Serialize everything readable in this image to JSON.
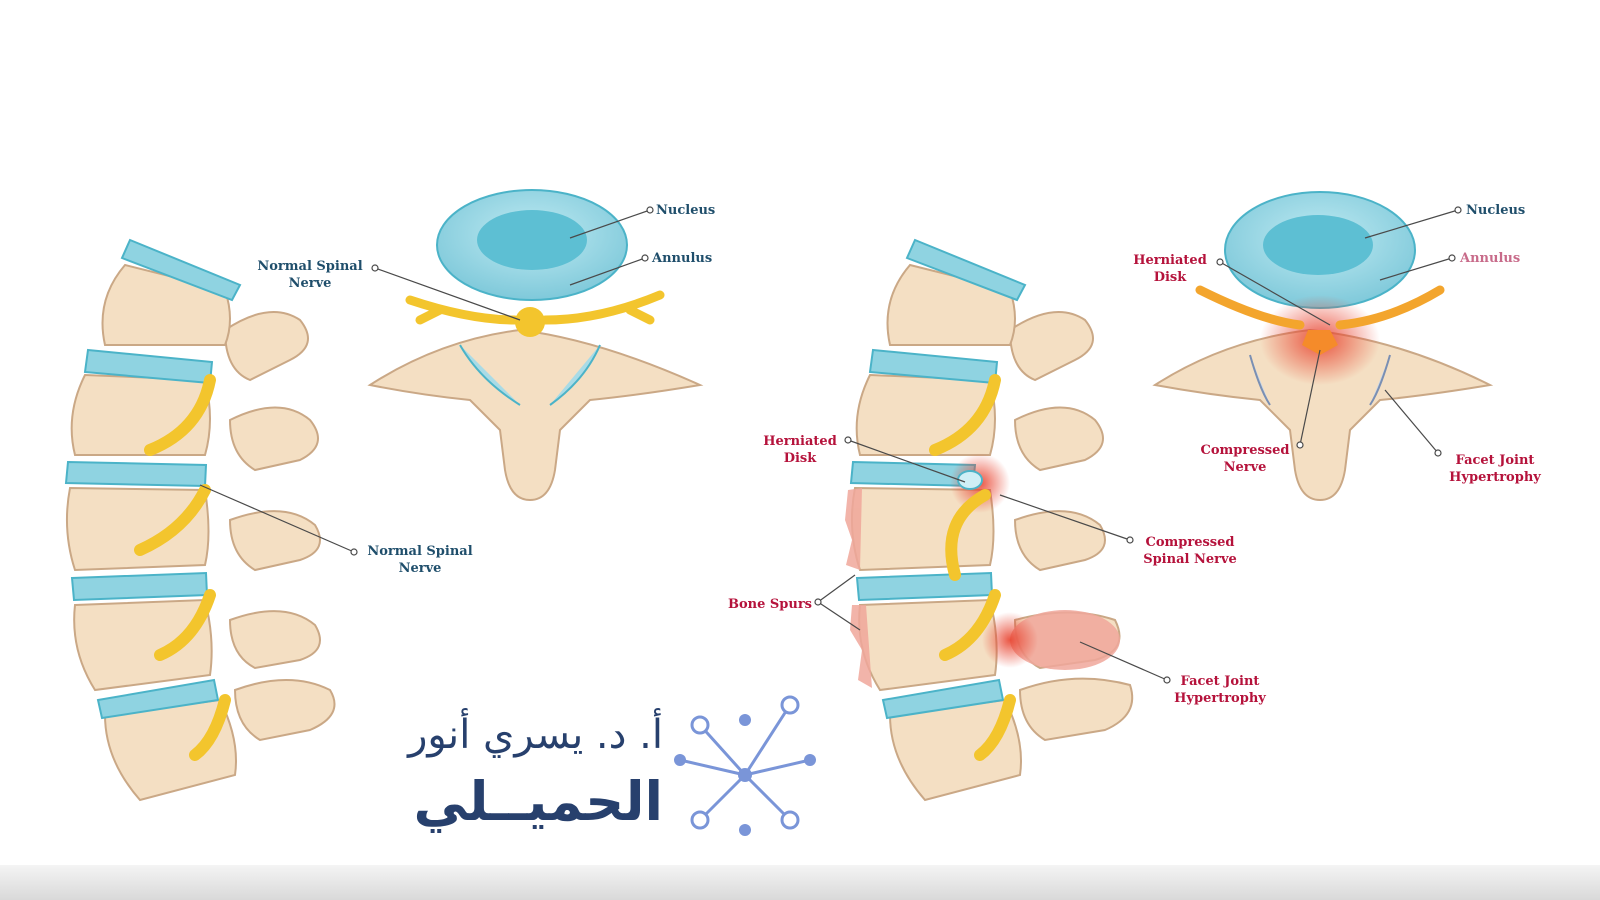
{
  "colors": {
    "bone": "#f4dfc3",
    "bone_outline": "#caa886",
    "disc": "#8fd3e1",
    "disc_dark": "#4bb3c8",
    "nerve": "#f3c52d",
    "inflamed": "#e8432f",
    "normal_text": "#1f4e6b",
    "pathology_text": "#b5123b",
    "brand": "#27406d",
    "brand_icon": "#7a95d8"
  },
  "normal": {
    "nucleus_label": "Nucleus",
    "annulus_label": "Annulus",
    "top_nerve_label": "Normal Spinal\nNerve",
    "side_nerve_label": "Normal Spinal\nNerve"
  },
  "herniated": {
    "nucleus_label": "Nucleus",
    "annulus_label": "Annulus",
    "top_disk_label": "Herniated\nDisk",
    "compressed_nerve_label": "Compressed\nNerve",
    "facet_top_label": "Facet Joint\nHypertrophy",
    "side_disk_label": "Herniated\nDisk",
    "compressed_spinal_label": "Compressed\nSpinal Nerve",
    "bone_spurs_label": "Bone Spurs",
    "facet_side_label": "Facet Joint\nHypertrophy"
  },
  "brand": {
    "line1": "أ. د. يسري أنور",
    "line2": "الحميــلي",
    "icon": "network-molecule-icon"
  }
}
